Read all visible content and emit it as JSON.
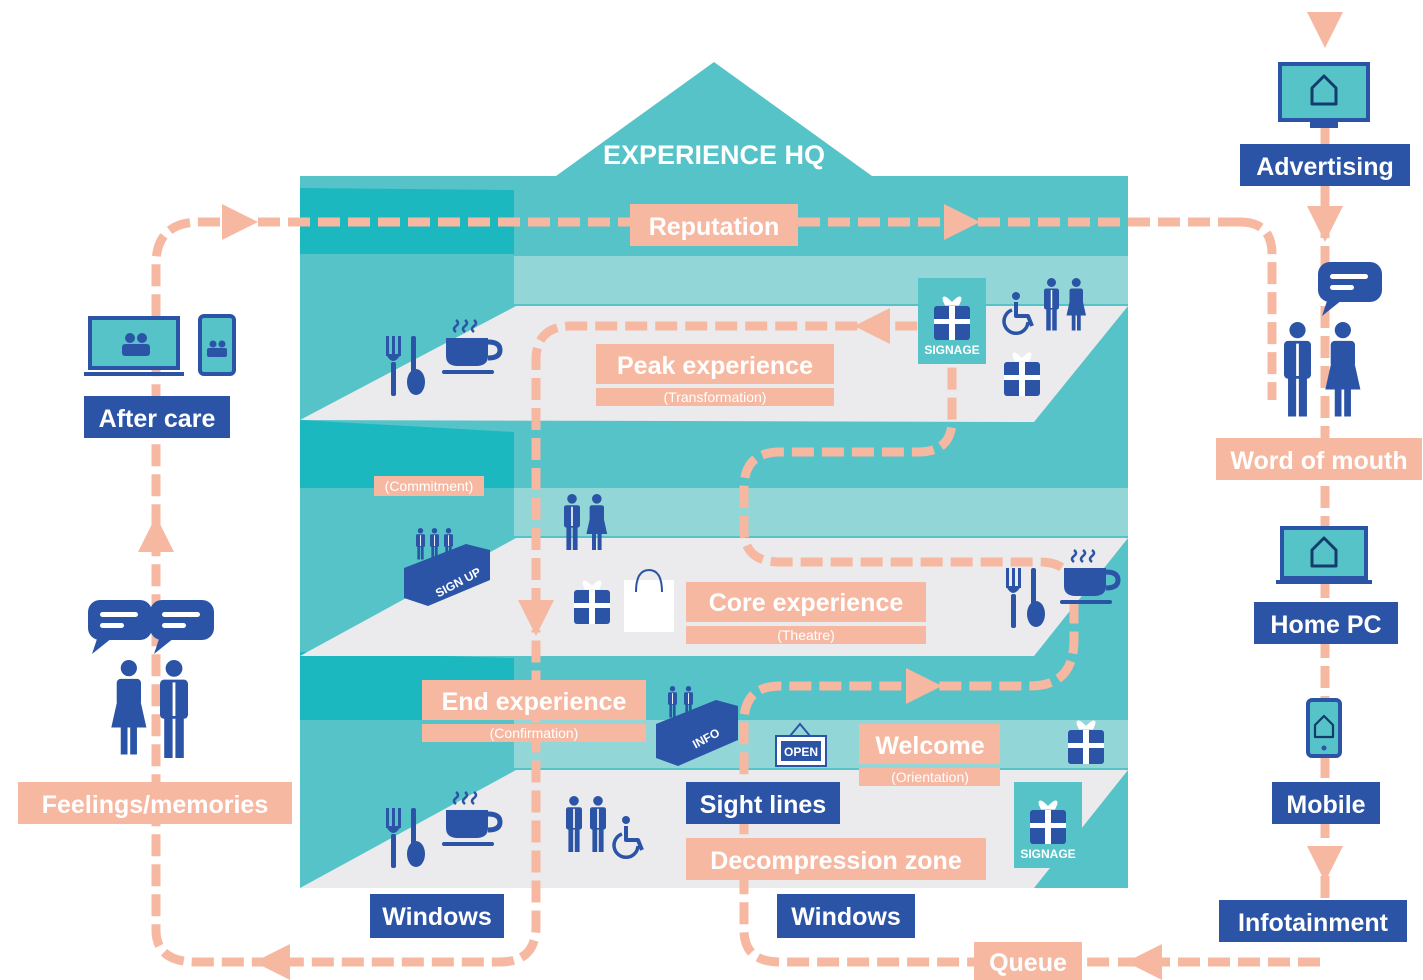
{
  "title": "EXPERIENCE HQ",
  "colors": {
    "teal": "#56c3c9",
    "teal_dark": "#1bb8c0",
    "teal_light": "#93d6d8",
    "navy": "#2b54a6",
    "salmon": "#f7b8a2",
    "floor": "#ebebed"
  },
  "labels": {
    "reputation": "Reputation",
    "peak": "Peak experience",
    "peak_sub": "(Transformation)",
    "commitment": "(Commitment)",
    "core": "Core experience",
    "core_sub": "(Theatre)",
    "end": "End experience",
    "end_sub": "(Confirmation)",
    "welcome": "Welcome",
    "welcome_sub": "(Orientation)",
    "sight_lines": "Sight lines",
    "decompression": "Decompression zone",
    "windows_left": "Windows",
    "windows_right": "Windows",
    "queue": "Queue",
    "after_care": "After care",
    "feelings": "Feelings/memories",
    "advertising": "Advertising",
    "word_of_mouth": "Word of mouth",
    "home_pc": "Home PC",
    "mobile": "Mobile",
    "infotainment": "Infotainment"
  },
  "signs": {
    "signage": "SIGNAGE",
    "sign_up": "SIGN UP",
    "info": "INFO",
    "open": "OPEN"
  },
  "icons": [
    "cutlery-icon",
    "coffee-cup-icon",
    "signage-icon",
    "wheelchair-icon",
    "restroom-icon",
    "gift-icon",
    "shopping-bag-icon",
    "sign-up-counter-icon",
    "info-counter-icon",
    "open-sign-icon",
    "laptop-icon",
    "tablet-icon",
    "monitor-icon",
    "mobile-phone-icon",
    "speech-bubble-icon",
    "couple-icon"
  ]
}
